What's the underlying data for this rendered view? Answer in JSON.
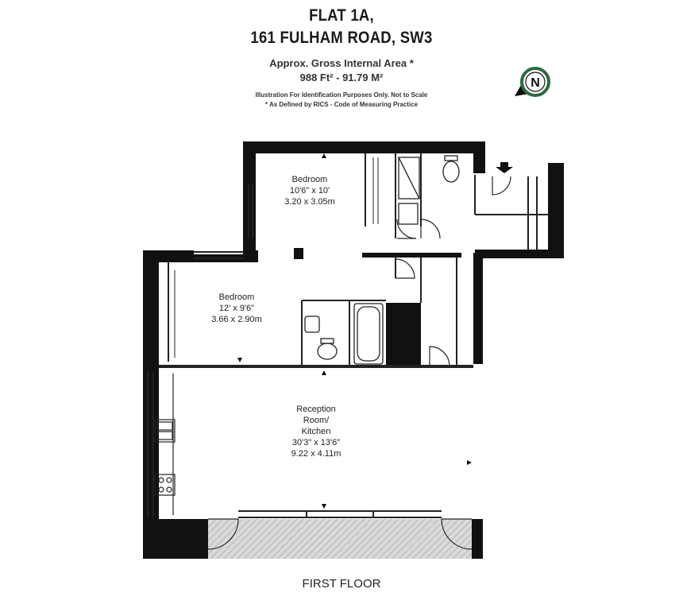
{
  "header": {
    "title_line1": "FLAT 1A,",
    "title_line2": "161 FULHAM ROAD, SW3",
    "area_label": "Approx. Gross Internal Area *",
    "area_value": "988 Ft² - 91.79 M²",
    "note1": "Illustration For Identification Purposes Only. Not to Scale",
    "note2": "* As Defined by RICS - Code of Measuring Practice"
  },
  "compass": {
    "letter": "N",
    "icon": "compass-icon"
  },
  "rooms": {
    "bedroom1": {
      "name": "Bedroom",
      "imperial": "10'6\" x 10'",
      "metric": "3.20 x 3.05m"
    },
    "bedroom2": {
      "name": "Bedroom",
      "imperial": "12' x 9'6\"",
      "metric": "3.66 x 2.90m"
    },
    "reception": {
      "name_line1": "Reception",
      "name_line2": "Room/",
      "name_line3": "Kitchen",
      "imperial": "30'3\" x 13'6\"",
      "metric": "9.22 x 4.11m"
    }
  },
  "floor_label": "FIRST FLOOR",
  "colors": {
    "wall": "#111111",
    "hatch": "#c8c8c8",
    "line": "#333333"
  }
}
